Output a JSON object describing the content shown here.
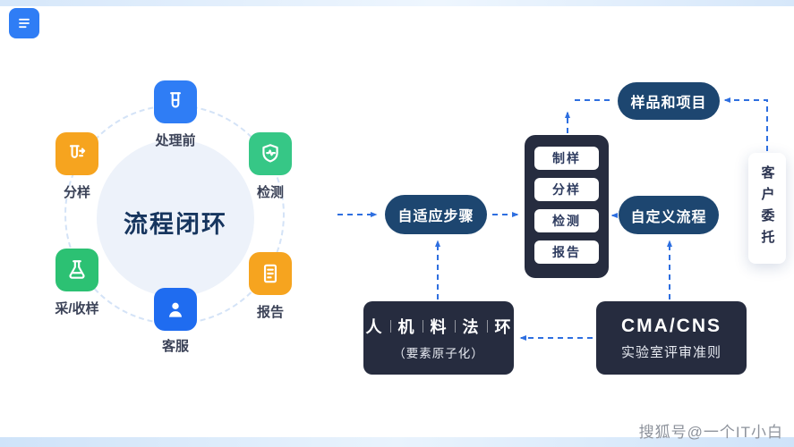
{
  "colors": {
    "arrow": "#2e6fe0",
    "pill_bg": "#1d4670",
    "dark_box_bg": "#262c3f",
    "corner_icon_bg": "#2f7df5"
  },
  "cycle": {
    "title": "流程闭环",
    "items": [
      {
        "label": "处理前",
        "icon": "test-tube-icon",
        "color": "#2f7df5"
      },
      {
        "label": "分样",
        "icon": "sample-split-icon",
        "color": "#f6a41f"
      },
      {
        "label": "检测",
        "icon": "shield-check-icon",
        "color": "#36c786"
      },
      {
        "label": "采/收样",
        "icon": "flask-icon",
        "color": "#2cc173"
      },
      {
        "label": "客服",
        "icon": "support-agent-icon",
        "color": "#1f6cf0"
      },
      {
        "label": "报告",
        "icon": "report-doc-icon",
        "color": "#f6a41f"
      }
    ]
  },
  "flow": {
    "adaptive_steps": "自适应步骤",
    "samples_projects": "样品和项目",
    "custom_process": "自定义流程",
    "client_commission": "客户委托",
    "stack_items": [
      "制样",
      "分样",
      "检测",
      "报告"
    ]
  },
  "factors": {
    "chars": [
      "人",
      "机",
      "料",
      "法",
      "环"
    ],
    "note": "（要素原子化）"
  },
  "cma": {
    "title": "CMA/CNS",
    "subtitle": "实验室评审准则"
  },
  "watermark": "搜狐号@一个IT小白"
}
